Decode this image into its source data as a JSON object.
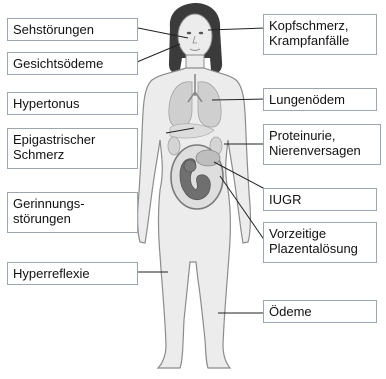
{
  "diagram": {
    "labels_left": [
      "Sehstörungen",
      "Gesichtsödeme",
      "Hypertonus",
      "Epigastrischer\nSchmerz",
      "Gerinnungs-\nstörungen",
      "Hyperreflexie"
    ],
    "labels_right": [
      "Kopfschmerz,\nKrampfanfälle",
      "Lungenödem",
      "Proteinurie,\nNierenversagen",
      "IUGR",
      "Vorzeitige\nPlazentalösung",
      "Ödeme"
    ]
  },
  "colors": {
    "body_fill": "#ececec",
    "body_outline": "#8c8c8c",
    "hair": "#3b3b3b",
    "organ": "#cfcfcf",
    "fetus": "#6f6f6f",
    "label_border": "#9aa7b3",
    "leader_line": "#222222"
  }
}
